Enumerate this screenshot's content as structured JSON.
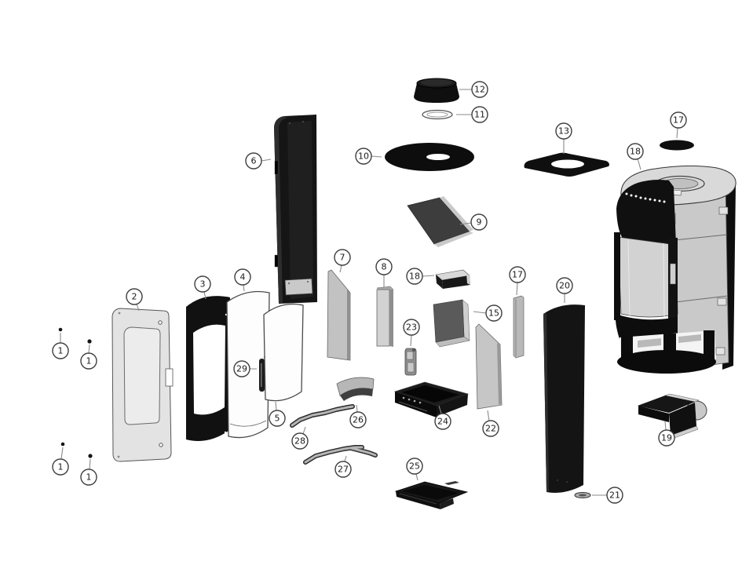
{
  "figure": {
    "kind": "exploded-parts-diagram",
    "background": "#ffffff",
    "colors": {
      "part_black": "#101010",
      "part_dark_gray": "#3d3d3d",
      "part_gray": "#c9c9c9",
      "part_light_gray": "#e3e3e3",
      "outline": "#444444",
      "leader_line": "#8a8a8a",
      "callout_ring": "#3e3e3e",
      "callout_text": "#1a1a1a"
    },
    "callouts": [
      {
        "label": "1"
      },
      {
        "label": "1"
      },
      {
        "label": "1"
      },
      {
        "label": "1"
      },
      {
        "label": "2"
      },
      {
        "label": "3"
      },
      {
        "label": "4"
      },
      {
        "label": "5"
      },
      {
        "label": "6"
      },
      {
        "label": "7"
      },
      {
        "label": "8"
      },
      {
        "label": "9"
      },
      {
        "label": "10"
      },
      {
        "label": "11"
      },
      {
        "label": "12"
      },
      {
        "label": "13"
      },
      {
        "label": "15"
      },
      {
        "label": "17"
      },
      {
        "label": "17"
      },
      {
        "label": "18"
      },
      {
        "label": "18"
      },
      {
        "label": "19"
      },
      {
        "label": "20"
      },
      {
        "label": "21"
      },
      {
        "label": "22"
      },
      {
        "label": "23"
      },
      {
        "label": "24"
      },
      {
        "label": "25"
      },
      {
        "label": "26"
      },
      {
        "label": "27"
      },
      {
        "label": "28"
      },
      {
        "label": "29"
      }
    ]
  }
}
